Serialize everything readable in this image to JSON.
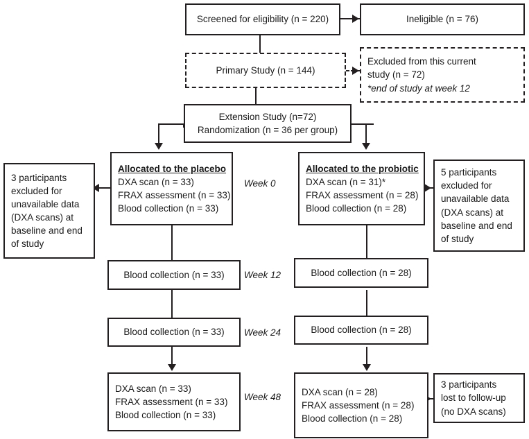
{
  "diagram": {
    "title": "CONSORT-style participant flow diagram",
    "colors": {
      "stroke": "#231f20",
      "background": "#ffffff",
      "text": "#1a1a1a"
    }
  },
  "nodes": {
    "screened": {
      "text": "Screened for eligibility (n = 220)"
    },
    "ineligible": {
      "text": "Ineligible (n = 76)"
    },
    "primary_study": {
      "text": "Primary Study (n = 144)"
    },
    "excluded_current": {
      "line1": "Excluded from this current",
      "line2": "study (n = 72)",
      "line3": "*end of study at week 12"
    },
    "extension": {
      "line1": "Extension Study (n=72)",
      "line2": "Randomization (n = 36 per group)"
    },
    "placebo_alloc": {
      "header": "Allocated to the placebo",
      "line1": "DXA scan (n = 33)",
      "line2": "FRAX assessment (n = 33)",
      "line3": "Blood collection (n = 33)"
    },
    "probiotic_alloc": {
      "header": "Allocated to the probiotic",
      "line1": "DXA scan (n = 31)*",
      "line2": "FRAX assessment (n = 28)",
      "line3": "Blood collection (n = 28)"
    },
    "left_excluded": {
      "line1": "3 participants",
      "line2": "excluded for",
      "line3": "unavailable data",
      "line4": "(DXA scans) at",
      "line5": "baseline and end",
      "line6": "of study"
    },
    "right_excluded": {
      "line1": "5 participants",
      "line2": "excluded for",
      "line3": "unavailable data",
      "line4": "(DXA scans) at",
      "line5": "baseline and end",
      "line6": "of study"
    },
    "placebo_w12": {
      "text": "Blood collection (n = 33)"
    },
    "probiotic_w12": {
      "text": "Blood collection (n = 28)"
    },
    "placebo_w24": {
      "text": "Blood collection (n = 33)"
    },
    "probiotic_w24": {
      "text": "Blood collection (n = 28)"
    },
    "placebo_w48": {
      "line1": "DXA scan (n = 33)",
      "line2": "FRAX assessment (n = 33)",
      "line3": "Blood collection (n = 33)"
    },
    "probiotic_w48": {
      "line1": "DXA scan (n = 28)",
      "line2": "FRAX assessment (n = 28)",
      "line3": "Blood collection (n = 28)"
    },
    "lost_followup": {
      "line1": "3 participants",
      "line2": "lost to follow-up",
      "line3": "(no DXA scans)"
    }
  },
  "week_labels": {
    "w0": "Week 0",
    "w12": "Week 12",
    "w24": "Week 24",
    "w48": "Week 48"
  }
}
